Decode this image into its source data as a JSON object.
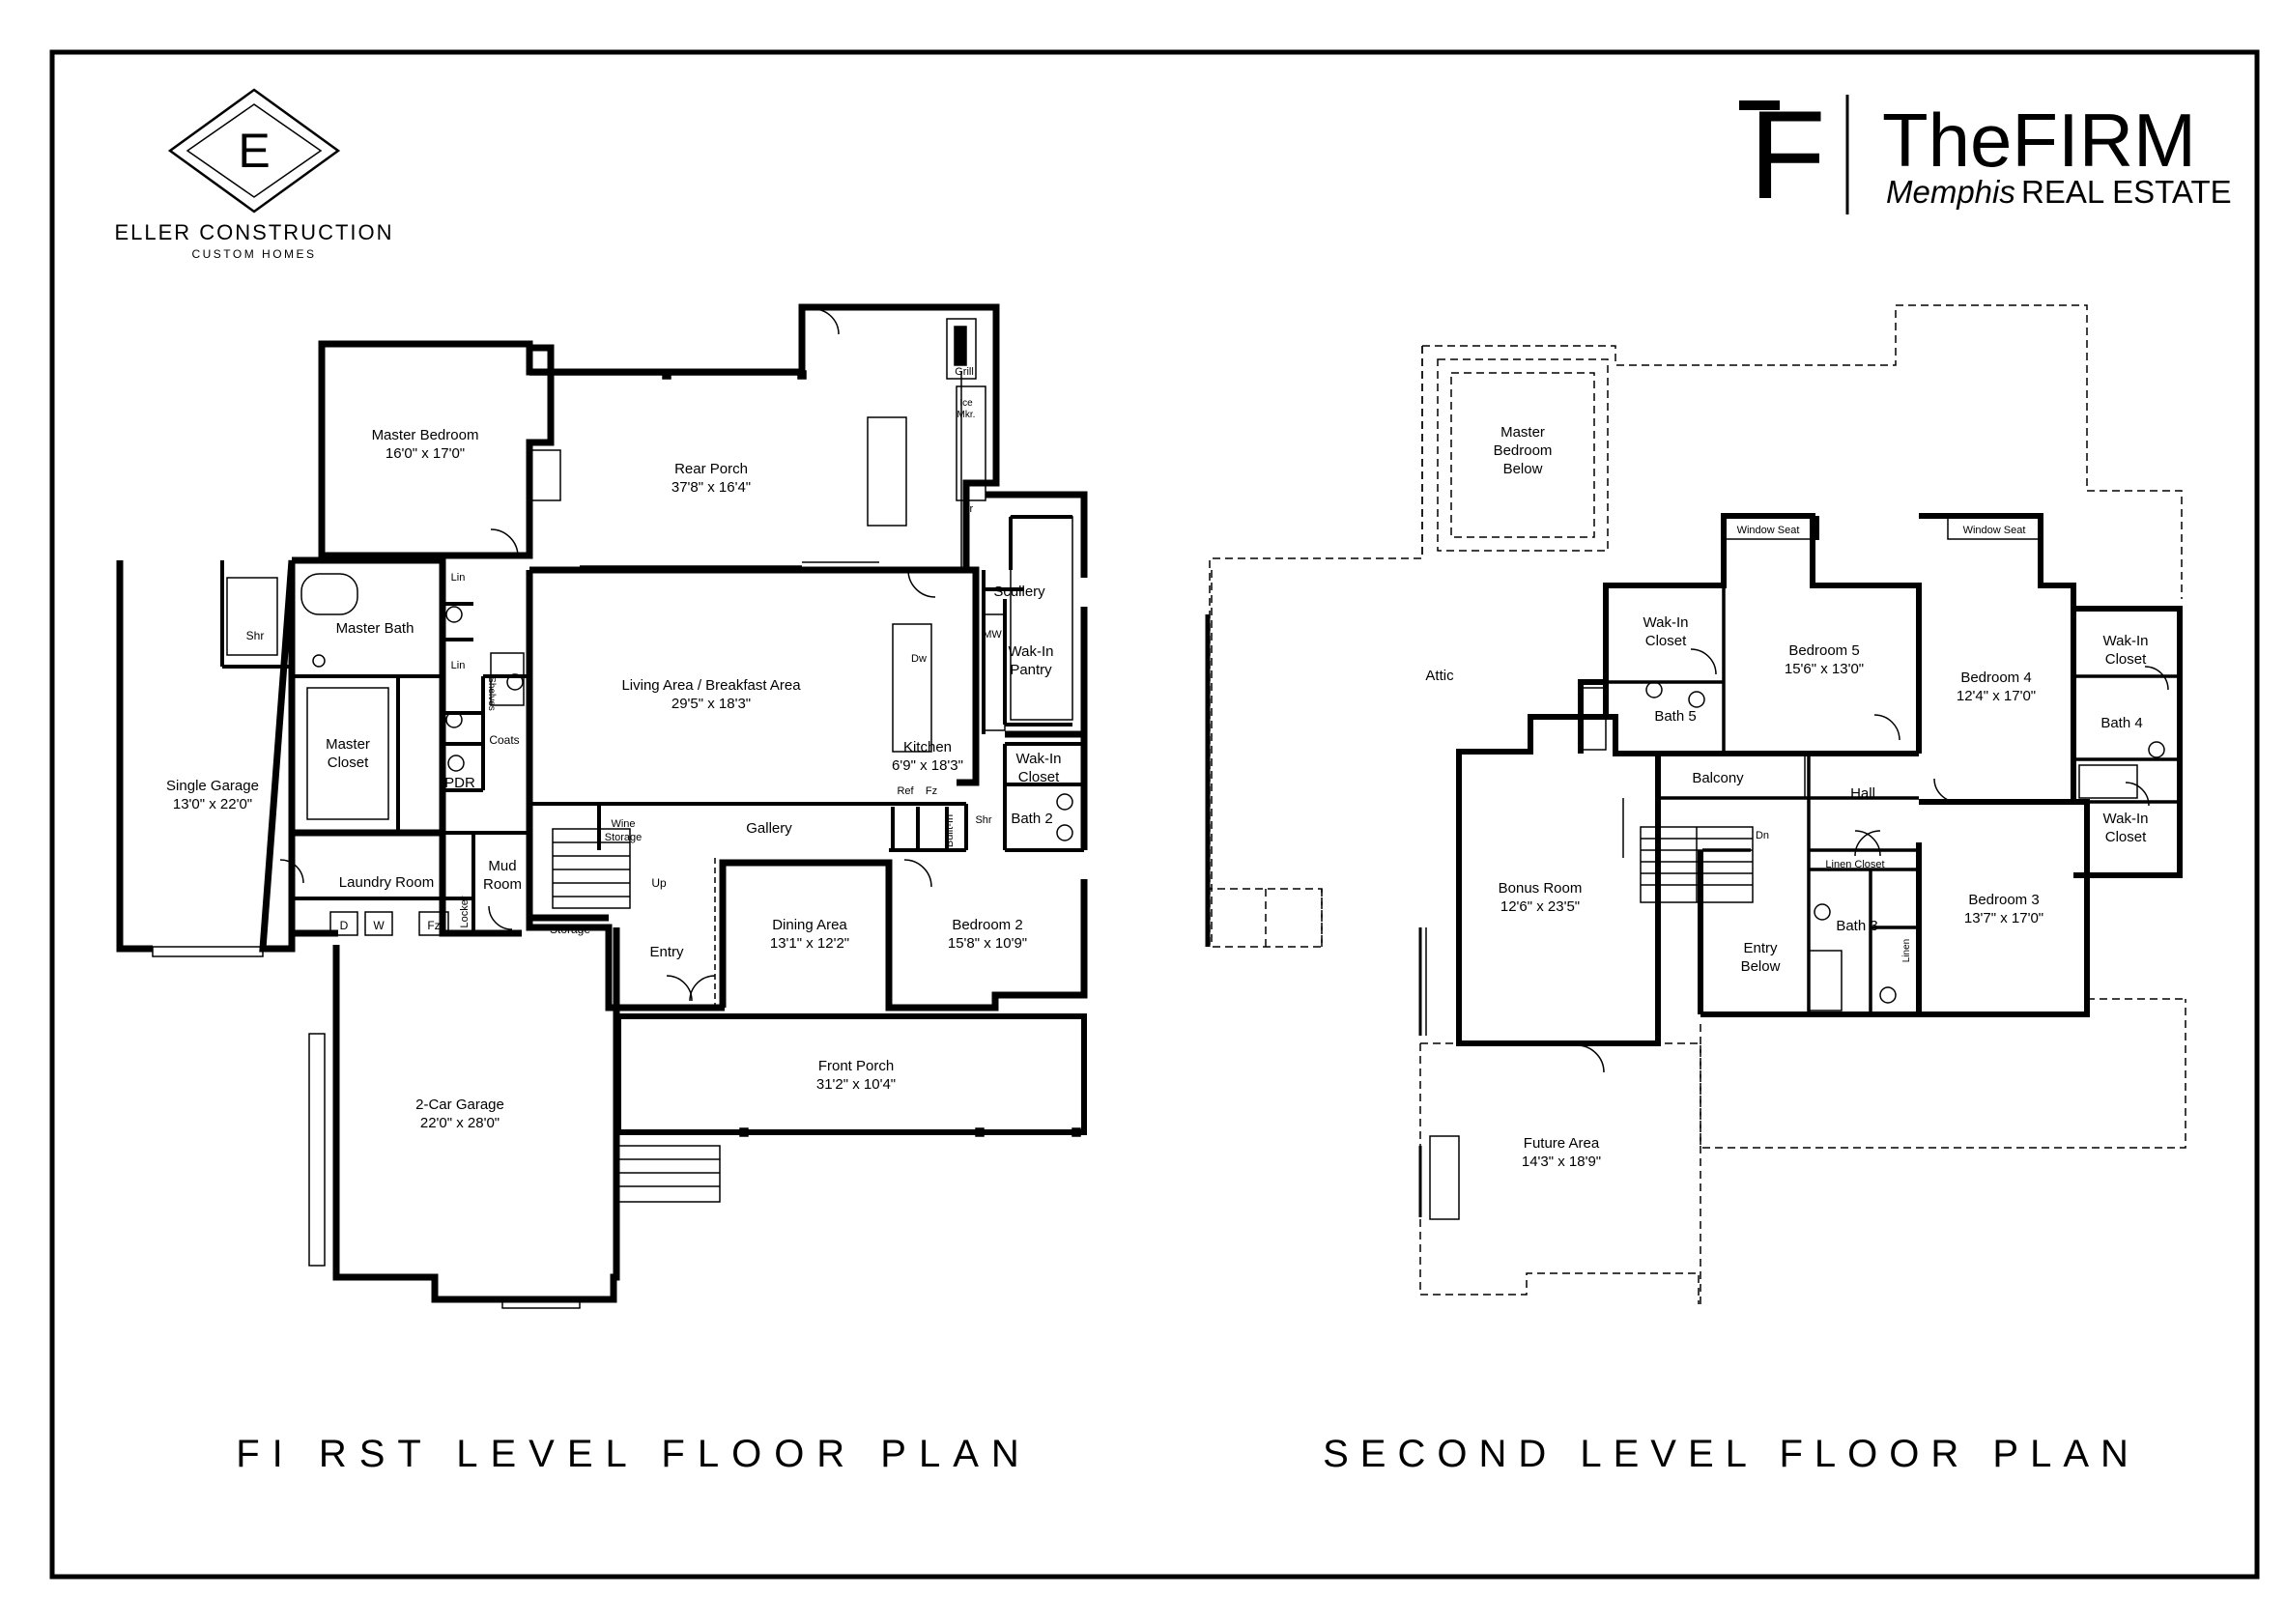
{
  "brand_left": {
    "monogram": "E",
    "name": "ELLER CONSTRUCTION",
    "tagline": "CUSTOM HOMES"
  },
  "brand_right": {
    "monogram": "F",
    "name": "TheFIRM",
    "tagline_italic": "Memphis",
    "tagline_rest": "REAL ESTATE"
  },
  "colors": {
    "ink": "#000000",
    "paper": "#ffffff",
    "fixture_gray": "#d9d9d9"
  },
  "first_level": {
    "caption": "FI RST LEVEL FLOOR PLAN",
    "rooms": {
      "master_bedroom": {
        "name": "Master Bedroom",
        "dims": "16'0\" x 17'0\""
      },
      "rear_porch": {
        "name": "Rear Porch",
        "dims": "37'8\" x 16'4\""
      },
      "living_area": {
        "name": "Living Area / Breakfast Area",
        "dims": "29'5\" x 18'3\""
      },
      "kitchen": {
        "name": "Kitchen",
        "dims": "6'9\" x 18'3\""
      },
      "single_garage": {
        "name": "Single Garage",
        "dims": "13'0\" x 22'0\""
      },
      "dining_area": {
        "name": "Dining Area",
        "dims": "13'1\" x 12'2\""
      },
      "bedroom_2": {
        "name": "Bedroom 2",
        "dims": "15'8\" x 10'9\""
      },
      "front_porch": {
        "name": "Front Porch",
        "dims": "31'2\" x 10'4\""
      },
      "two_car_garage": {
        "name": "2-Car Garage",
        "dims": "22'0\" x 28'0\""
      }
    },
    "labels": {
      "master_bath": "Master Bath",
      "master_closet_1": "Master",
      "master_closet_2": "Closet",
      "shr_master": "Shr",
      "lin_top": "Lin",
      "lin_bottom": "Lin",
      "shelves": "Shelves",
      "coats": "Coats",
      "pdr": "PDR",
      "laundry_room": "Laundry Room",
      "mud_room_1": "Mud",
      "mud_room_2": "Room",
      "locker": "Locker",
      "d": "D",
      "w": "W",
      "fz_laundry": "Fz",
      "storage": "Storage",
      "wine_storage_1": "Wine",
      "wine_storage_2": "Storage",
      "up": "Up",
      "entry": "Entry",
      "gallery": "Gallery",
      "grill": "Grill",
      "ice_1": "Ice",
      "ice_2": "Mkr.",
      "fr": "Fr",
      "scullery": "Scullery",
      "mw": "MW",
      "dw": "Dw",
      "walk_in_pantry_1": "Wak-In",
      "walk_in_pantry_2": "Pantry",
      "walk_in_closet_1": "Wak-In",
      "walk_in_closet_2": "Closet",
      "ref": "Ref",
      "fz_kitchen": "Fz",
      "built_in": "Built-In",
      "shr_bath2": "Shr",
      "bath_2": "Bath 2"
    }
  },
  "second_level": {
    "caption": "SECOND LEVEL FLOOR PLAN",
    "rooms": {
      "bedroom_5": {
        "name": "Bedroom 5",
        "dims": "15'6\" x 13'0\""
      },
      "bedroom_4": {
        "name": "Bedroom 4",
        "dims": "12'4\" x 17'0\""
      },
      "bedroom_3": {
        "name": "Bedroom 3",
        "dims": "13'7\" x 17'0\""
      },
      "bonus_room": {
        "name": "Bonus Room",
        "dims": "12'6\" x 23'5\""
      },
      "future_area": {
        "name": "Future Area",
        "dims": "14'3\" x 18'9\""
      }
    },
    "labels": {
      "master_bedroom_below_1": "Master",
      "master_bedroom_below_2": "Bedroom",
      "master_bedroom_below_3": "Below",
      "window_seat_5": "Window Seat",
      "window_seat_4": "Window Seat",
      "attic": "Attic",
      "walk_in_closet_b5_1": "Wak-In",
      "walk_in_closet_b5_2": "Closet",
      "bath_5": "Bath 5",
      "walk_in_closet_b4_1": "Wak-In",
      "walk_in_closet_b4_2": "Closet",
      "bath_4": "Bath 4",
      "walk_in_closet_b3_1": "Wak-In",
      "walk_in_closet_b3_2": "Closet",
      "balcony": "Balcony",
      "hall": "Hall",
      "dn": "Dn",
      "linen_closet": "Linen Closet",
      "bath_3": "Bath 3",
      "linen": "Linen",
      "entry_below_1": "Entry",
      "entry_below_2": "Below"
    }
  }
}
